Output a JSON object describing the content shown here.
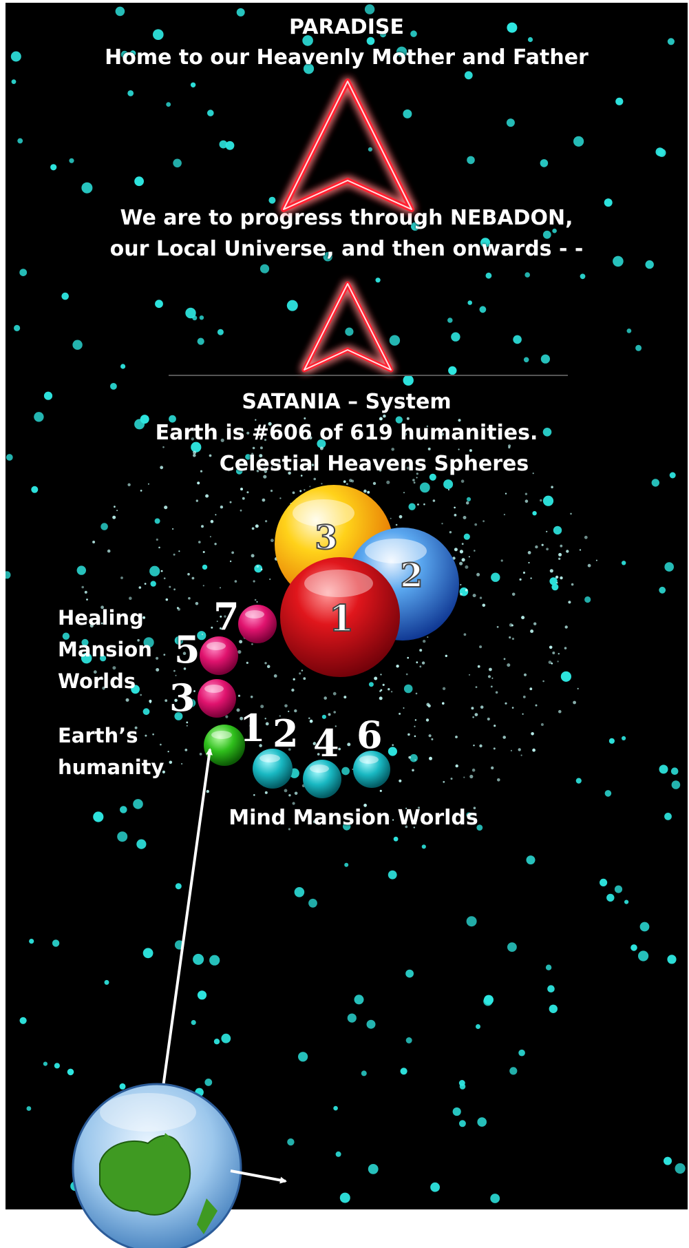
{
  "paradise": {
    "title": "PARADISE",
    "subtitle": "Home to our Heavenly Mother and Father"
  },
  "nebadon": {
    "line1": "We are to progress through NEBADON,",
    "line2": "our Local Universe, and then onwards - -"
  },
  "satania": {
    "line1": "SATANIA – System",
    "line2": "Earth is #606 of 619 humanities.",
    "line3": "Celestial Heavens Spheres"
  },
  "celestial_spheres": [
    {
      "label": "3",
      "color": "#f5b400"
    },
    {
      "label": "2",
      "color": "#1f5fc2"
    },
    {
      "label": "1",
      "color": "#d01016"
    }
  ],
  "healing": {
    "line1": "Healing",
    "line2": "Mansion",
    "line3": "Worlds",
    "numbers": [
      "7",
      "5",
      "3"
    ],
    "color": "#e0136e"
  },
  "earth_humanity": {
    "line1": "Earth’s",
    "line2": "humanity",
    "number": "1",
    "color": "#2fbf1c"
  },
  "mind_mansion": {
    "label": "Mind Mansion Worlds",
    "numbers": [
      "2",
      "4",
      "6"
    ],
    "color": "#19b8c2"
  },
  "colors": {
    "background": "#000000",
    "star": "#2ee6e0",
    "arrow_glow": "#ff2030",
    "text": "#ffffff"
  },
  "icons": {
    "arrows": "neon-up-arrow-icon",
    "globe": "earth-globe-icon"
  }
}
